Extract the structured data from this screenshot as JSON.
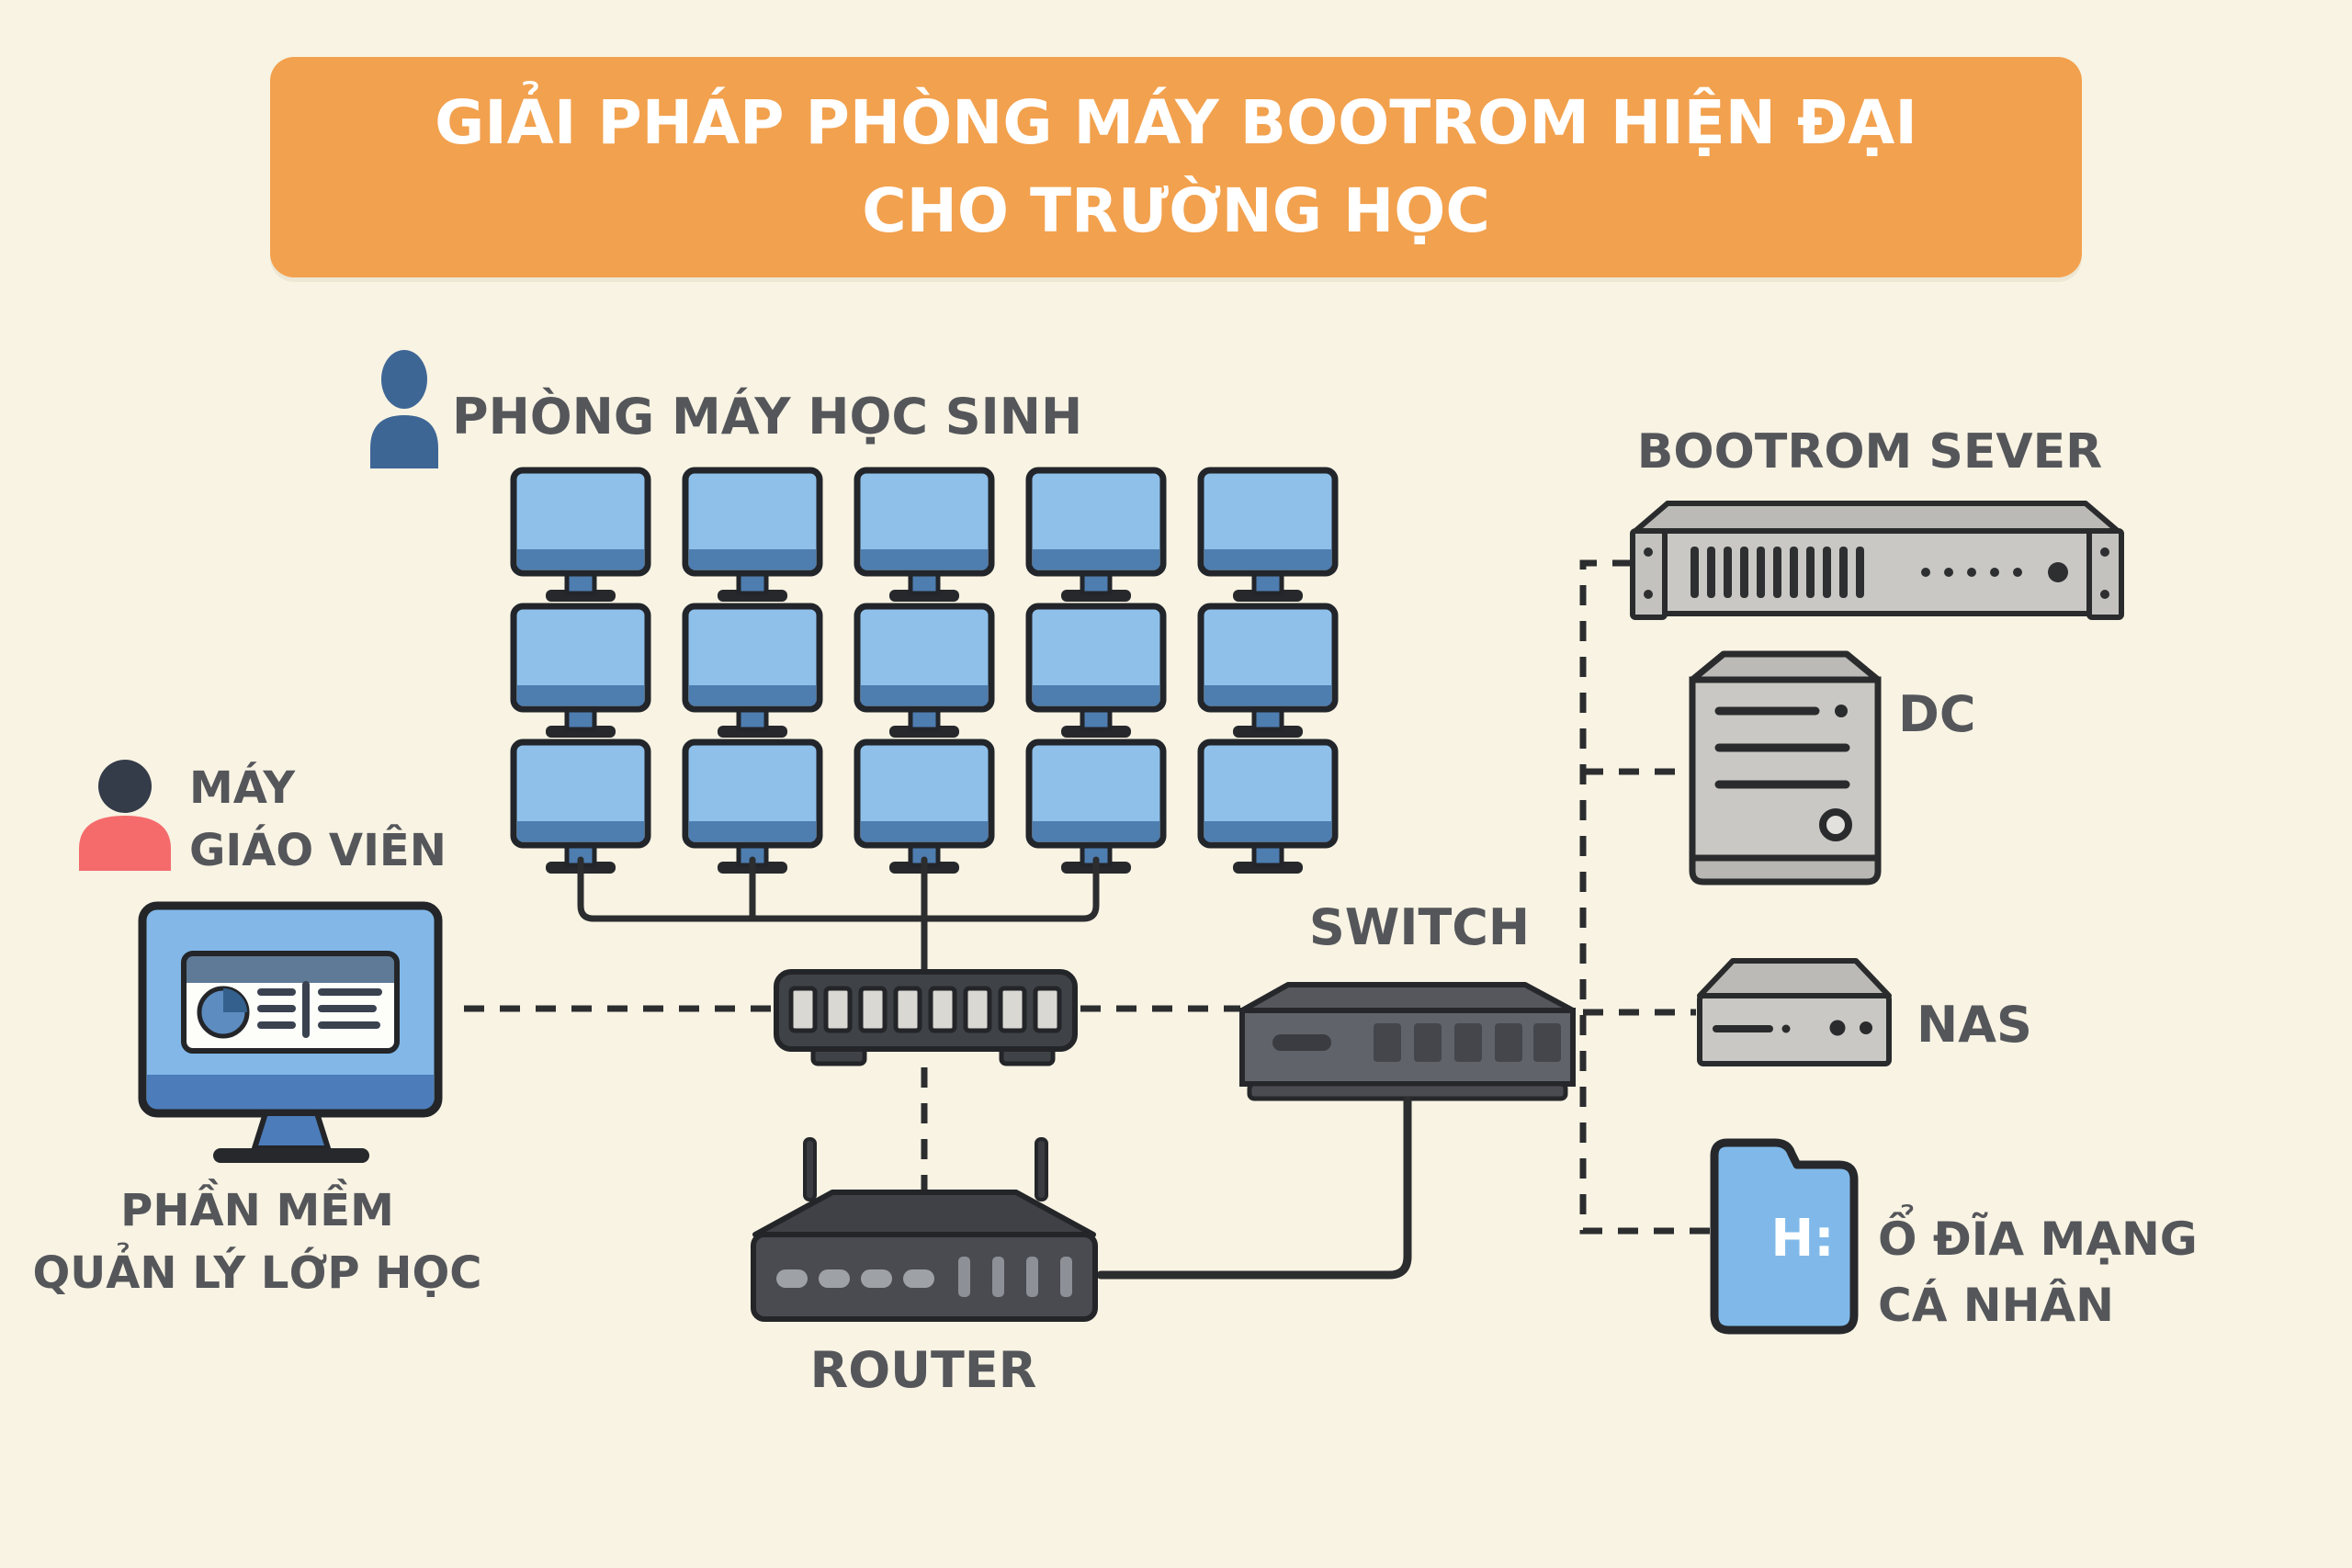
{
  "banner": {
    "line1": "GIẢI PHÁP PHÒNG MÁY BOOTROM HIỆN ĐẠI",
    "line2": "CHO TRƯỜNG HỌC"
  },
  "student_lab": {
    "label": "PHÒNG MÁY HỌC SINH",
    "monitor_rows": 3,
    "monitor_cols": 5,
    "monitor_count": 15
  },
  "teacher": {
    "label_line1": "MÁY",
    "label_line2": "GIÁO VIÊN",
    "software_line1": "PHẦN MỀM",
    "software_line2": "QUẢN LÝ LỚP HỌC"
  },
  "network": {
    "switch_label": "SWITCH",
    "router_label": "ROUTER"
  },
  "servers": {
    "bootrom_label": "BOOTROM SEVER",
    "dc_label": "DC",
    "nas_label": "NAS"
  },
  "drive": {
    "letter": "H:",
    "label_line1": "Ổ ĐĨA MẠNG",
    "label_line2": "CÁ NHÂN"
  },
  "icons": {
    "student-person-icon": "blue person silhouette",
    "teacher-person-icon": "red person silhouette",
    "folder-icon": "blue network folder"
  },
  "colors": {
    "background": "#F8F3E3",
    "banner": "#F2A14E",
    "banner_text": "#FFFFFF",
    "label_text": "#54565A",
    "monitor_screen": "#8FC0EA",
    "monitor_accent": "#4E7DB0",
    "student_icon": "#3E6695",
    "teacher_icon_head": "#343B49",
    "teacher_icon_body": "#F56B6C",
    "device_gray": "#C9C8C4",
    "device_dark": "#3F4246",
    "folder_blue": "#80B9E9",
    "line": "#2C2D2F"
  }
}
